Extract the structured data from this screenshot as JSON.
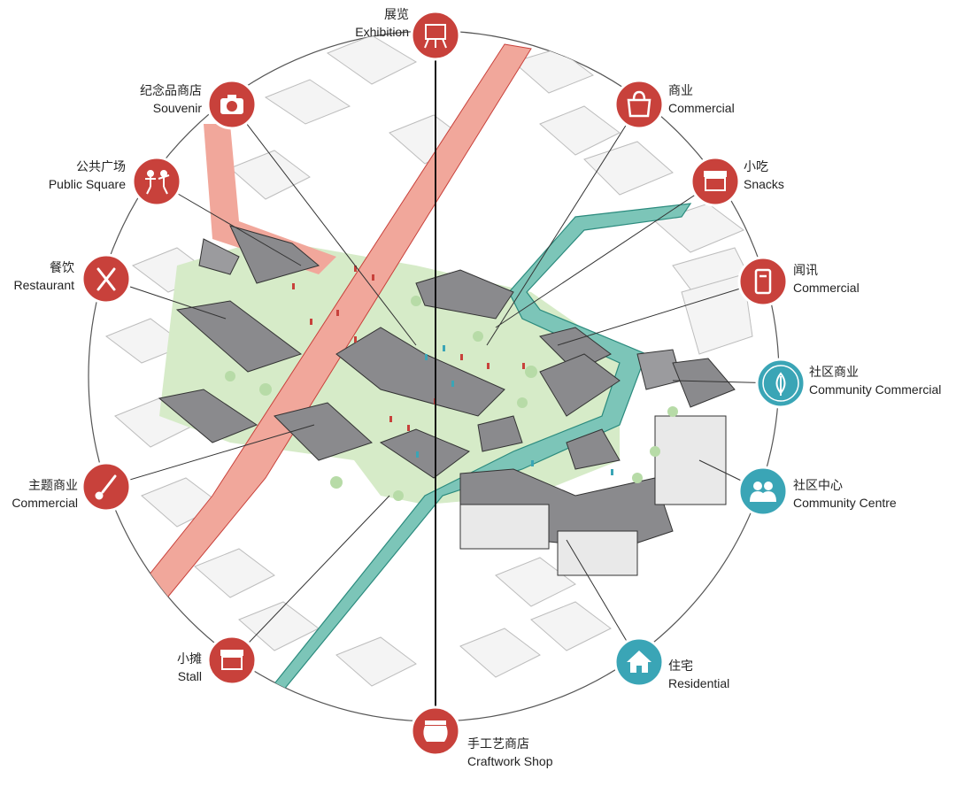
{
  "colors": {
    "red": "#c8413b",
    "teal": "#3aa5b6",
    "street": "#f1a79b",
    "canal": "#7cc5b8",
    "green": "#cfe6bf",
    "roof": "#8a8a8d"
  },
  "nodes": [
    {
      "id": "exhibition",
      "zh": "展览",
      "en": "Exhibition",
      "color": "red",
      "icon": "easel-icon"
    },
    {
      "id": "souvenir",
      "zh": "纪念品商店",
      "en": "Souvenir",
      "color": "red",
      "icon": "camera-icon"
    },
    {
      "id": "public-square",
      "zh": "公共广场",
      "en": "Public Square",
      "color": "red",
      "icon": "people-dancing-icon"
    },
    {
      "id": "restaurant",
      "zh": "餐饮",
      "en": "Restaurant",
      "color": "red",
      "icon": "fork-knife-icon"
    },
    {
      "id": "theme-commercial",
      "zh": "主题商业",
      "en": "Commercial",
      "color": "red",
      "icon": "paintbrush-icon"
    },
    {
      "id": "stall",
      "zh": "小摊",
      "en": "Stall",
      "color": "red",
      "icon": "stall-icon"
    },
    {
      "id": "craftwork",
      "zh": "手工艺商店",
      "en": "Craftwork Shop",
      "color": "red",
      "icon": "pottery-icon"
    },
    {
      "id": "commercial-bag",
      "zh": "商业",
      "en": "Commercial",
      "color": "red",
      "icon": "shopping-bag-icon"
    },
    {
      "id": "snacks",
      "zh": "小吃",
      "en": "Snacks",
      "color": "red",
      "icon": "snack-stand-icon"
    },
    {
      "id": "news",
      "zh": "闻讯",
      "en": "Commercial",
      "color": "red",
      "icon": "phone-icon"
    },
    {
      "id": "community-commercial",
      "zh": "社区商业",
      "en": "Community Commercial",
      "color": "teal",
      "icon": "leaf-icon"
    },
    {
      "id": "community-centre",
      "zh": "社区中心",
      "en": "Community Centre",
      "color": "teal",
      "icon": "group-icon"
    },
    {
      "id": "residential",
      "zh": "住宅",
      "en": "Residential",
      "color": "teal",
      "icon": "house-icon"
    }
  ]
}
